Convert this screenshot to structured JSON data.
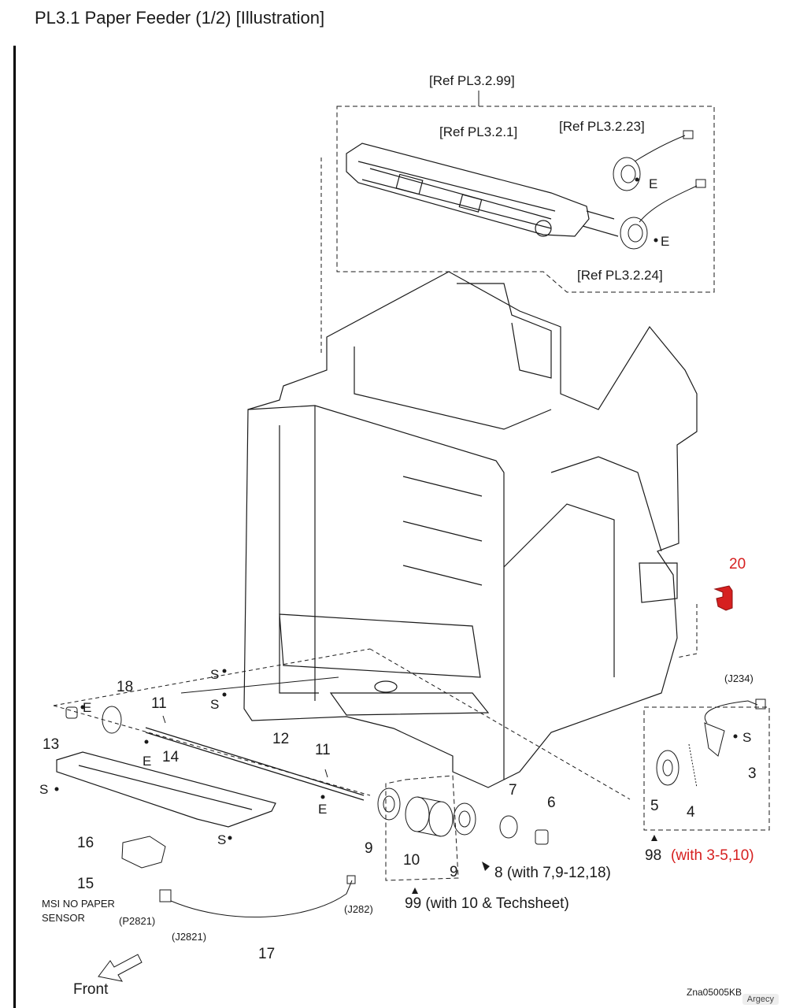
{
  "title": "PL3.1 Paper Feeder (1/2)  [Illustration]",
  "refs": {
    "r99": "[Ref PL3.2.99]",
    "r1": "[Ref PL3.2.1]",
    "r23": "[Ref PL3.2.23]",
    "r24": "[Ref PL3.2.24]"
  },
  "markers": {
    "e": "E",
    "s": "S"
  },
  "parts": {
    "p3": "3",
    "p4": "4",
    "p5": "5",
    "p6": "6",
    "p7": "7",
    "p9a": "9",
    "p9b": "9",
    "p10": "10",
    "p11a": "11",
    "p11b": "11",
    "p12": "12",
    "p13": "13",
    "p14": "14",
    "p15": "15",
    "p16": "16",
    "p17": "17",
    "p18": "18",
    "p20": "20"
  },
  "kits": {
    "k8": "8 (with 7,9-12,18)",
    "k98_num": "98",
    "k98_note": "(with 3-5,10)",
    "k99": "99 (with 10 & Techsheet)"
  },
  "connectors": {
    "j234": "(J234)",
    "j282": "(J282)",
    "p2821": "(P2821)",
    "j2821": "(J2821)"
  },
  "sensor": {
    "line1": "MSI NO PAPER",
    "line2": "SENSOR"
  },
  "front": "Front",
  "doc_id": "Zna05005KB",
  "watermark": "Argecy",
  "colors": {
    "highlight": "#d62020",
    "line": "#1a1a1a"
  }
}
